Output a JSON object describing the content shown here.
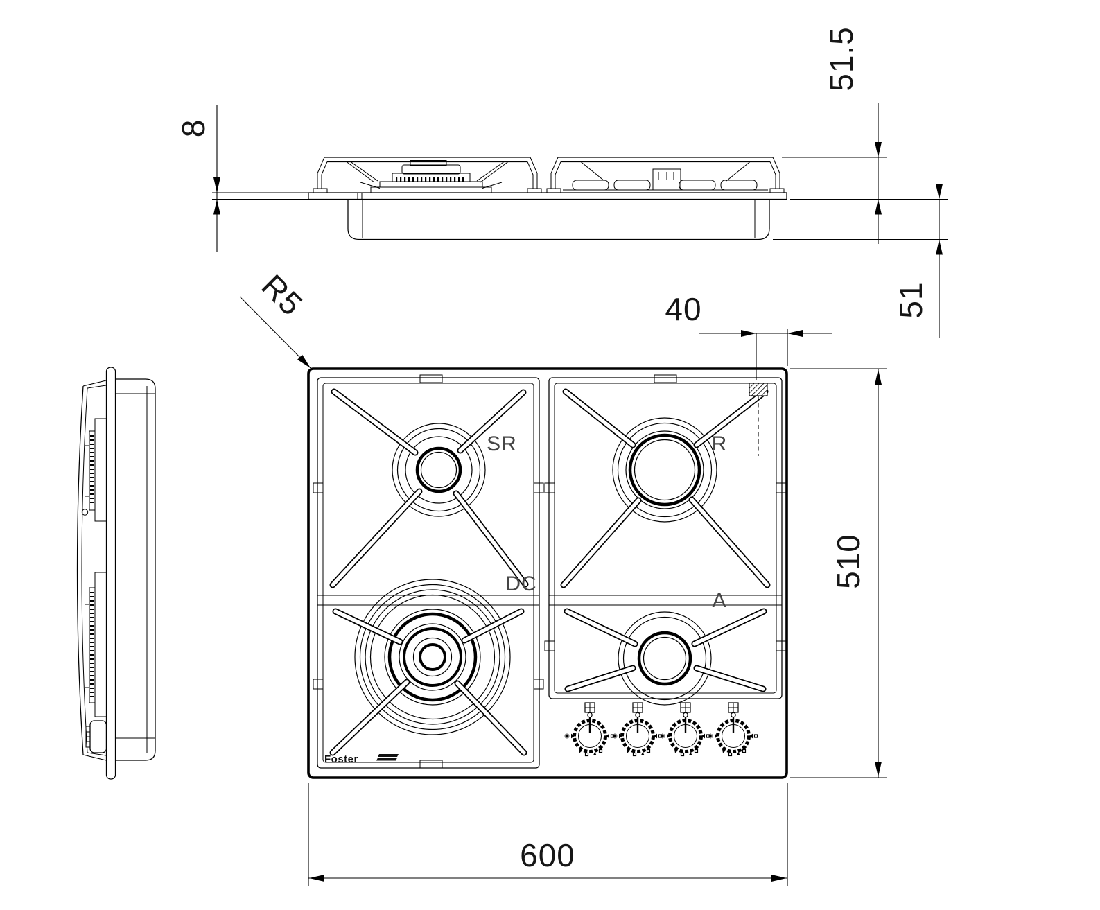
{
  "drawing": {
    "kind": "gas hob technical drawing, three orthographic views"
  },
  "dimensions": {
    "overall_width": "600",
    "overall_depth": "510",
    "glass_thickness": "8",
    "height_above_worktop": "51.5",
    "height_below_worktop": "51",
    "corner_radius": "R5",
    "igniter_inset": "40"
  },
  "burner_labels": {
    "top_left": "SR",
    "top_right": "R",
    "bottom_left": "DC",
    "bottom_right": "A"
  },
  "brand": {
    "logo": "Foster"
  },
  "colors": {
    "line": "#000000",
    "background": "#ffffff",
    "burner_label": "#454545"
  }
}
